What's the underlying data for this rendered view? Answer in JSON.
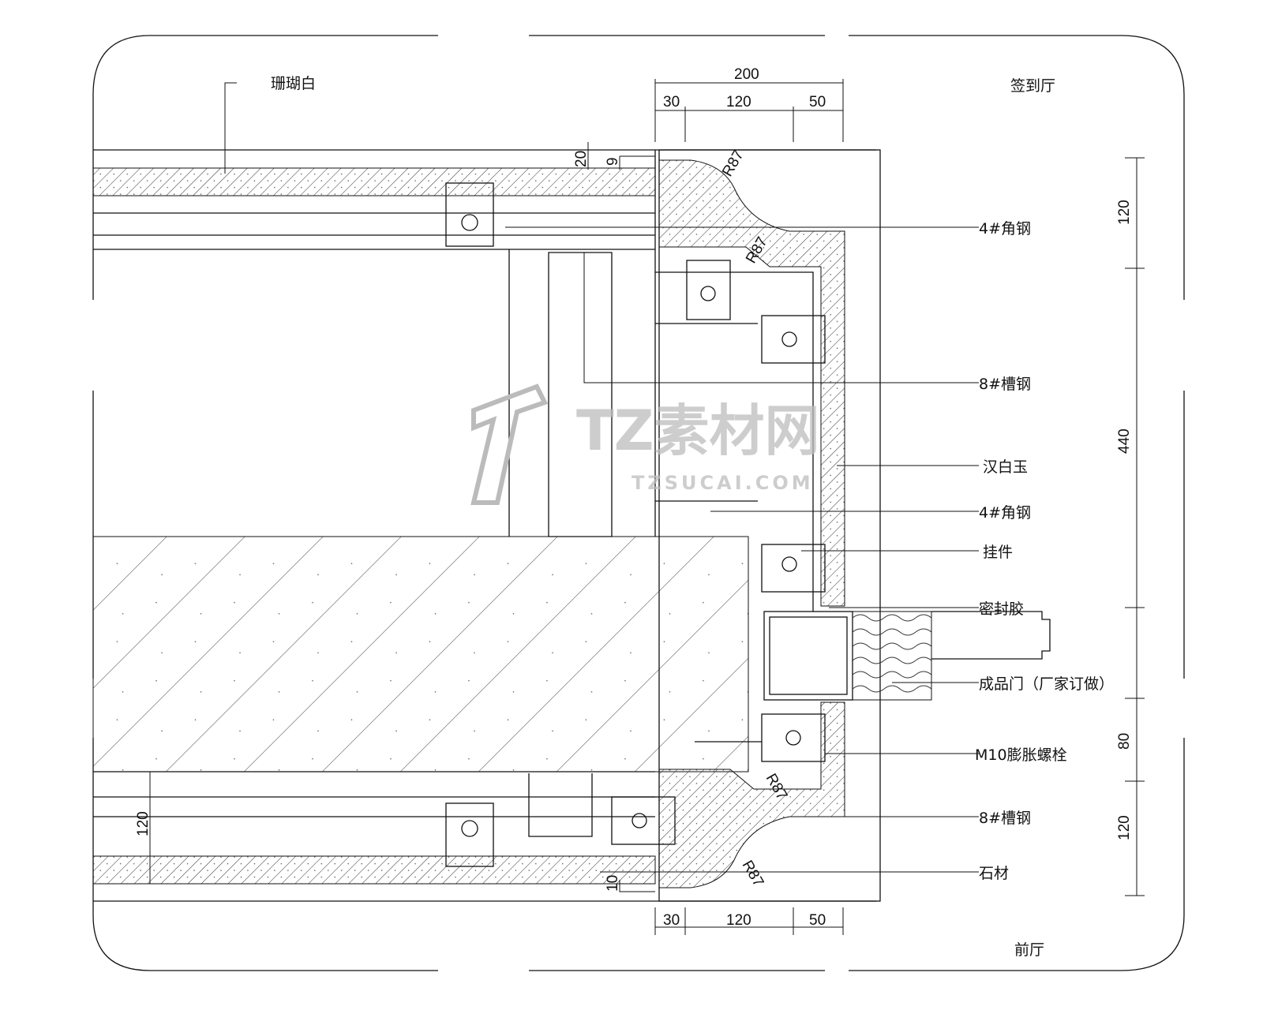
{
  "drawing": {
    "rooms": {
      "top": "签到厅",
      "bottom": "前厅"
    },
    "labels": {
      "coral_white": "珊瑚白",
      "angle_steel_top": "4#角钢",
      "channel_steel_top": "8#槽钢",
      "white_marble": "汉白玉",
      "angle_steel_mid": "4#角钢",
      "hanger": "挂件",
      "sealant": "密封胶",
      "door": "成品门（厂家订做）",
      "bolt": "M10膨胀螺栓",
      "channel_steel_bottom": "8#槽钢",
      "stone": "石材"
    },
    "dimensions": {
      "top_total": "200",
      "top_a": "30",
      "top_b": "120",
      "top_c": "50",
      "bottom_a": "30",
      "bottom_b": "120",
      "bottom_c": "50",
      "right_1": "120",
      "right_2": "440",
      "right_3": "80",
      "right_4": "120",
      "left_top_gap": "20",
      "left_top_small": "9",
      "left_bottom": "120",
      "left_bottom_small": "10",
      "radius_1": "R87",
      "radius_2": "R87",
      "radius_3": "R87",
      "radius_4": "R87"
    },
    "watermark": {
      "brand": "TZ素材网",
      "url": "TZSUCAI.COM"
    }
  }
}
